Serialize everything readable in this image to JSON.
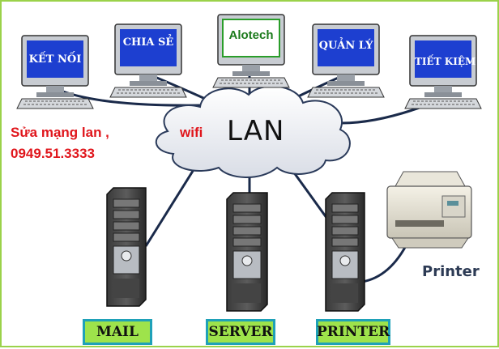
{
  "computers": [
    {
      "label": "KẾT NỐI"
    },
    {
      "label": "CHIA SẺ"
    },
    {
      "label": "Alotech"
    },
    {
      "label": "QUẢN LÝ"
    },
    {
      "label": "TIẾT KIỆM"
    }
  ],
  "cloud_label": "LAN",
  "wifi_label": "wifi",
  "contact": {
    "line1": "Sửa mạng lan  ,",
    "line2": "0949.51.3333"
  },
  "printer_label": "Printer",
  "towers": [
    {
      "label": "MAIL"
    },
    {
      "label": "SERVER"
    },
    {
      "label": "PRINTER"
    }
  ],
  "colors": {
    "screen_blue": "#1d3fd0",
    "screen_white": "#ffffff",
    "contact_red": "#e0161c",
    "label_green": "#9ee34b",
    "label_border": "#1fa1b8"
  }
}
